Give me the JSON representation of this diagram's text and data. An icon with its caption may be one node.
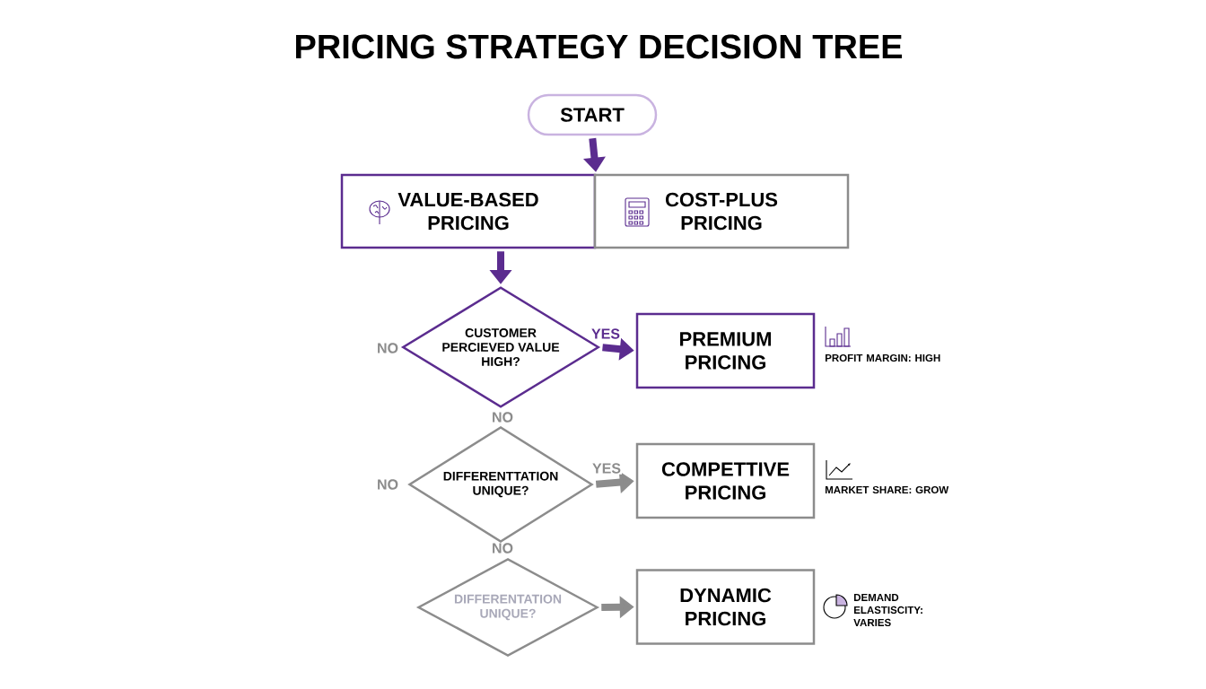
{
  "diagram": {
    "title": "PRICING STRATEGY DECISION TREE",
    "nodes": [
      {
        "text": [
          "START"
        ]
      },
      {
        "text": [
          "VALUE-BASED PRICING"
        ]
      },
      {
        "text": [
          "COST-PLUS PRICING"
        ]
      },
      {
        "text": [
          "CUSTOMER PERCIEVED VALUE HIGH?"
        ]
      },
      {
        "text": [
          "PREMIUM PRICING"
        ],
        "beside": [
          "PROFIT MARGIN: HIGH"
        ]
      },
      {
        "text": [
          "DIFFERENTTATION UNIQUE?"
        ]
      },
      {
        "text": [
          "COMPETTIVE PRICING"
        ],
        "beside": [
          "MARKET SHARE: GROW"
        ]
      },
      {
        "text": [
          "DIFFERENTATION UNIQUE?"
        ]
      },
      {
        "text": [
          "DYNAMIC PRICING"
        ],
        "beside": [
          "DEMAND ELASTISCITY: VARIES"
        ]
      }
    ],
    "edges": [
      {
        "from": 0,
        "to": 1,
        "arrow": "to"
      },
      {
        "from": 1,
        "to": 3,
        "arrow": "to"
      },
      {
        "from": 3,
        "to": 4,
        "arrow": "to",
        "label": "YES"
      },
      {
        "from": 5,
        "to": 6,
        "arrow": "to",
        "label": "YES",
        "color": "#8c8c8c"
      },
      {
        "from": 7,
        "to": 8,
        "arrow": "to",
        "color": "#8c8c8c"
      }
    ],
    "labels": [
      "NO",
      "NO",
      "NO",
      "NO"
    ]
  }
}
